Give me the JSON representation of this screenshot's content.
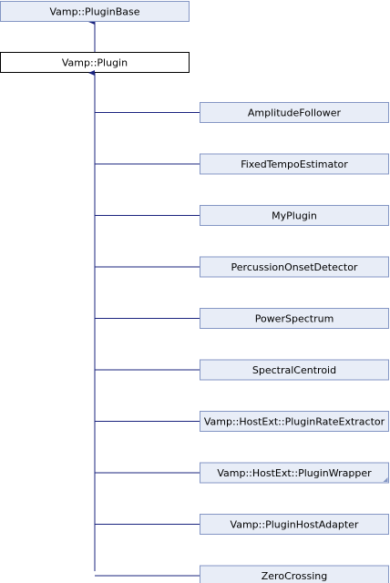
{
  "base_class": {
    "label": "Vamp::PluginBase"
  },
  "main_class": {
    "label": "Vamp::Plugin"
  },
  "derived_classes": [
    {
      "label": "AmplitudeFollower"
    },
    {
      "label": "FixedTempoEstimator"
    },
    {
      "label": "MyPlugin"
    },
    {
      "label": "PercussionOnsetDetector"
    },
    {
      "label": "PowerSpectrum"
    },
    {
      "label": "SpectralCentroid"
    },
    {
      "label": "Vamp::HostExt::PluginRateExtractor"
    },
    {
      "label": "Vamp::HostExt::PluginWrapper",
      "has_more_indicator": true
    },
    {
      "label": "Vamp::PluginHostAdapter"
    },
    {
      "label": "ZeroCrossing"
    }
  ],
  "colors": {
    "node_fill": "#e8edf7",
    "node_border": "#8496c4",
    "main_fill": "#ffffff",
    "main_border": "#000000",
    "edge": "#1a237e"
  }
}
